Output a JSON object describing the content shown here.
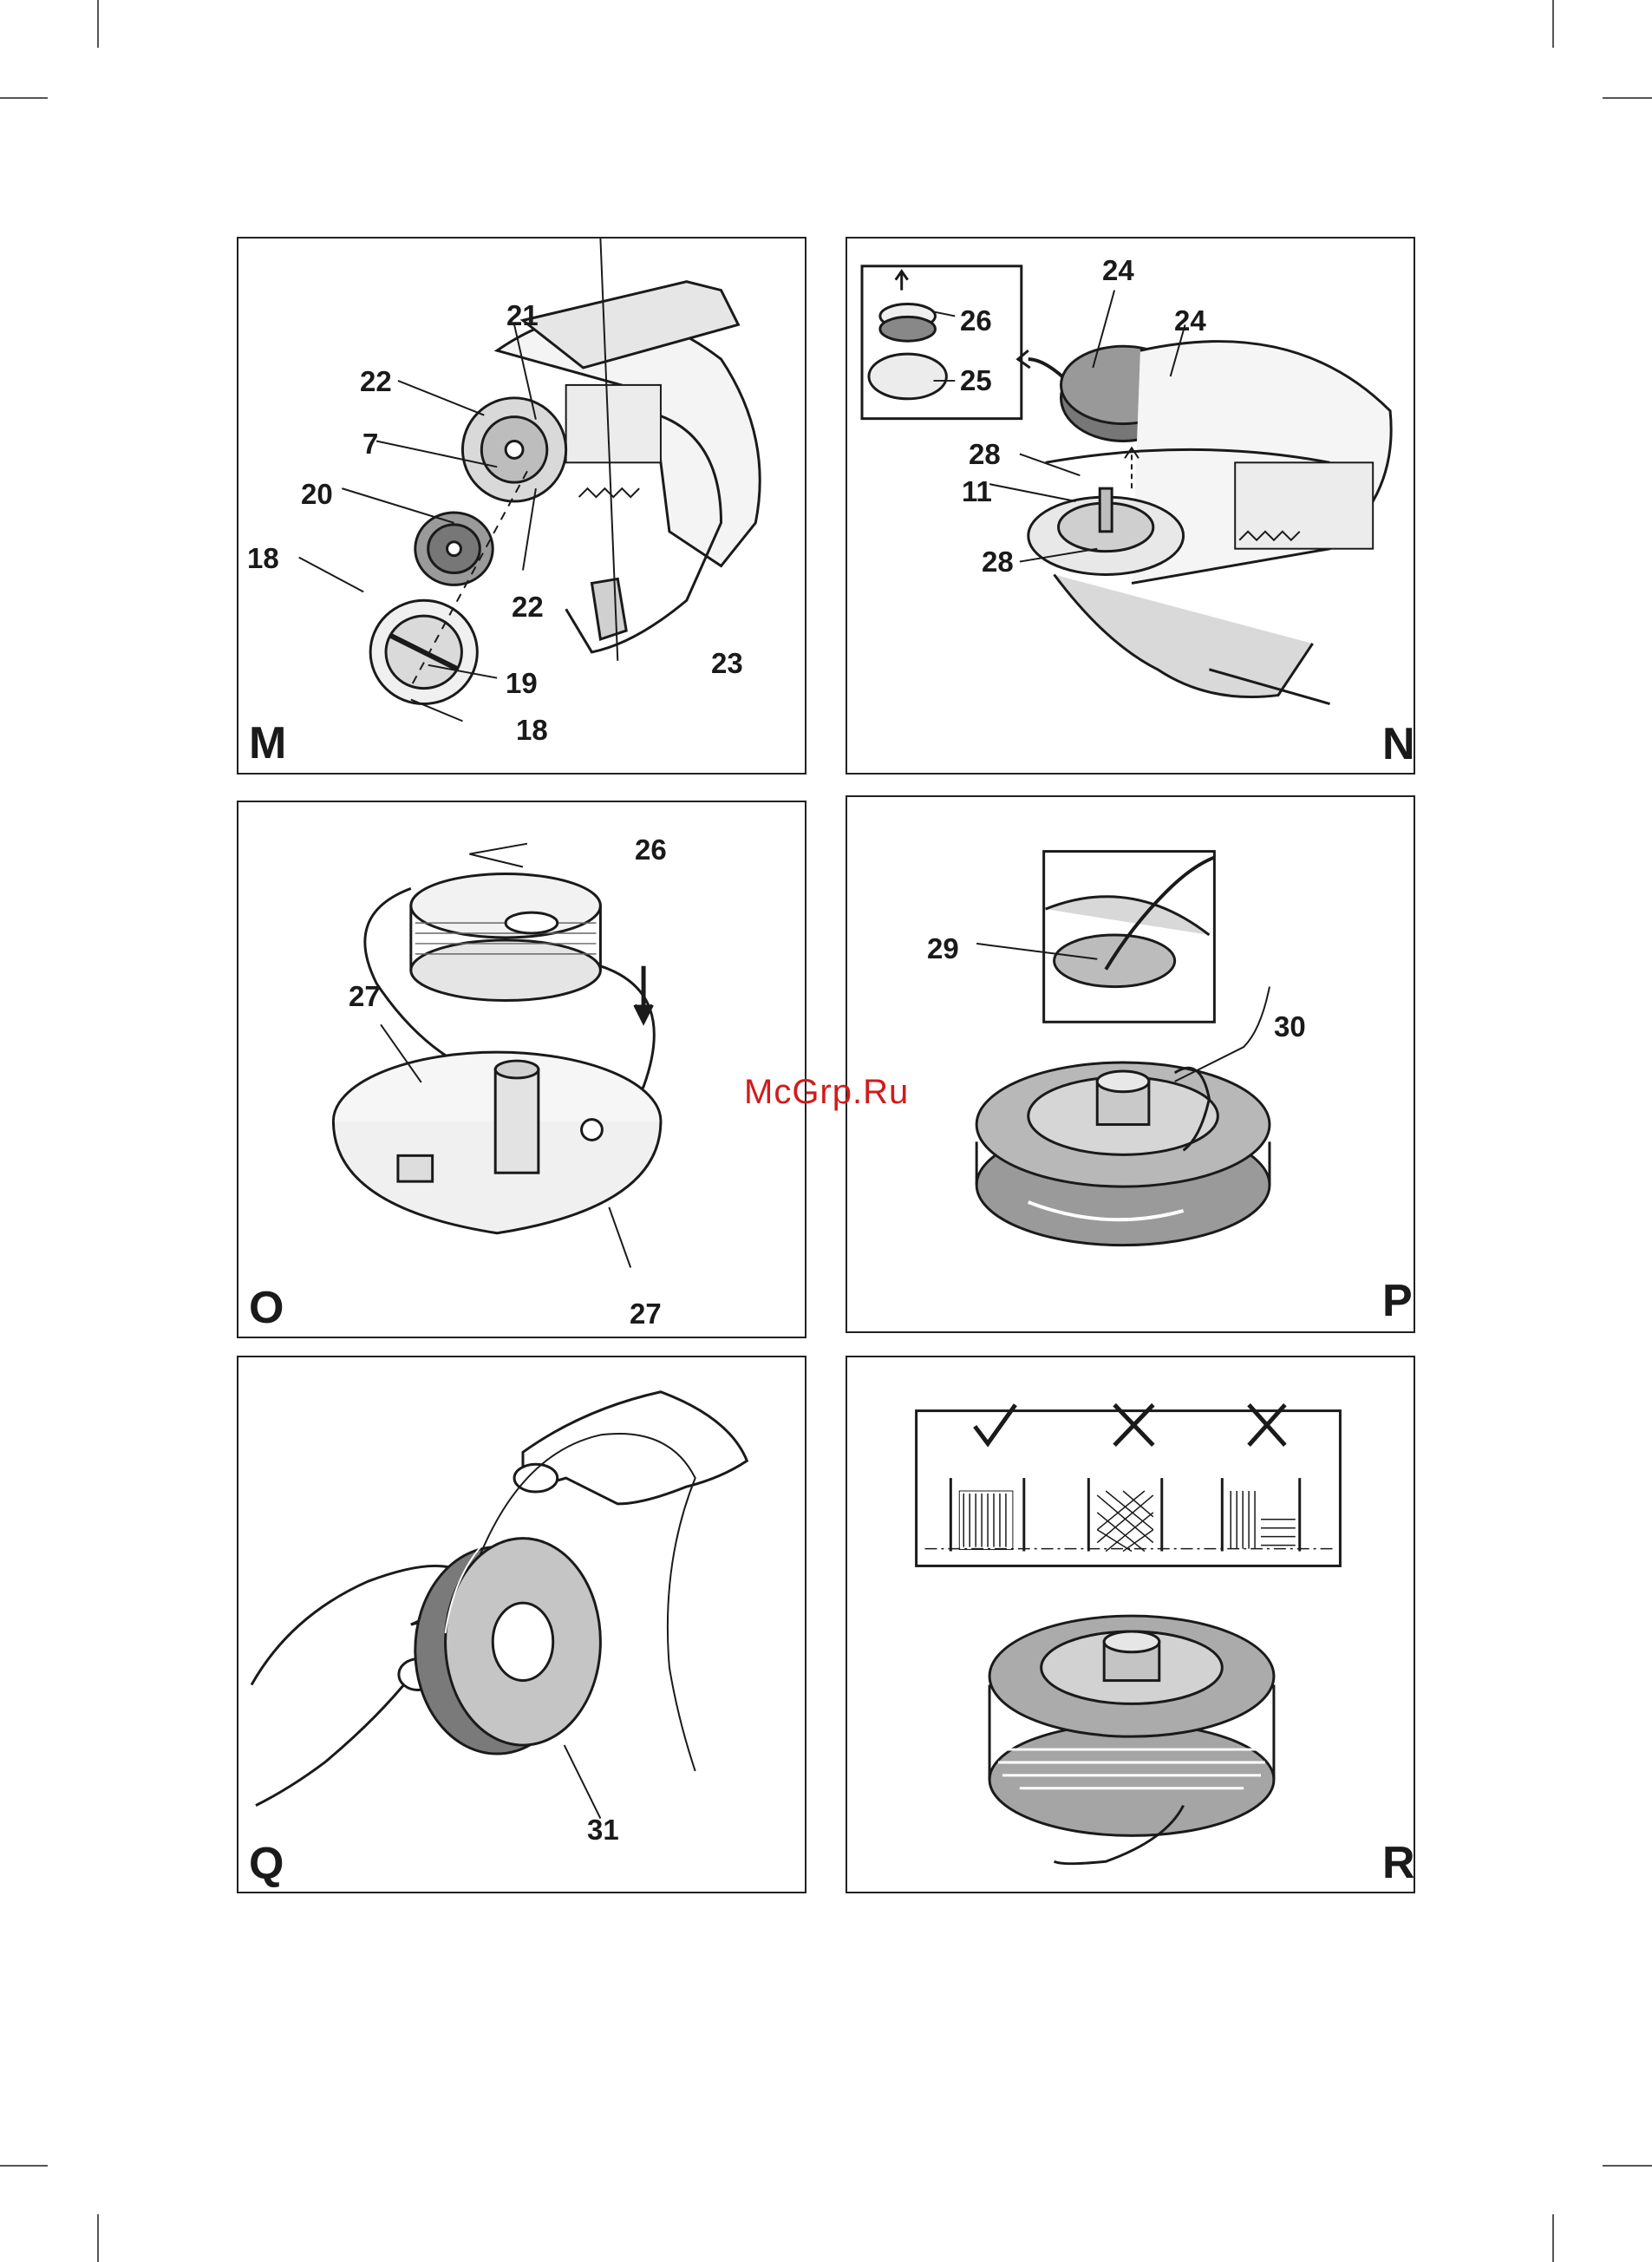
{
  "watermark": "McGrp.Ru",
  "panels": {
    "M": {
      "letter": "M",
      "callouts": [
        "21",
        "22",
        "7",
        "20",
        "18",
        "22",
        "19",
        "18",
        "23"
      ]
    },
    "N": {
      "letter": "N",
      "callouts": [
        "24",
        "24",
        "26",
        "25",
        "28",
        "11",
        "28"
      ]
    },
    "O": {
      "letter": "O",
      "callouts": [
        "26",
        "27",
        "27"
      ]
    },
    "P": {
      "letter": "P",
      "callouts": [
        "29",
        "30"
      ]
    },
    "Q": {
      "letter": "Q",
      "callouts": [
        "31"
      ]
    },
    "R": {
      "letter": "R",
      "callouts": []
    }
  },
  "colors": {
    "line": "#1a1a1a",
    "grey": "#8a8a8a",
    "lightgrey": "#c8c8c8",
    "watermark": "#d11b1b"
  },
  "icons": {
    "check": "check-icon",
    "cross": "cross-icon",
    "arrow": "arrow-icon"
  }
}
